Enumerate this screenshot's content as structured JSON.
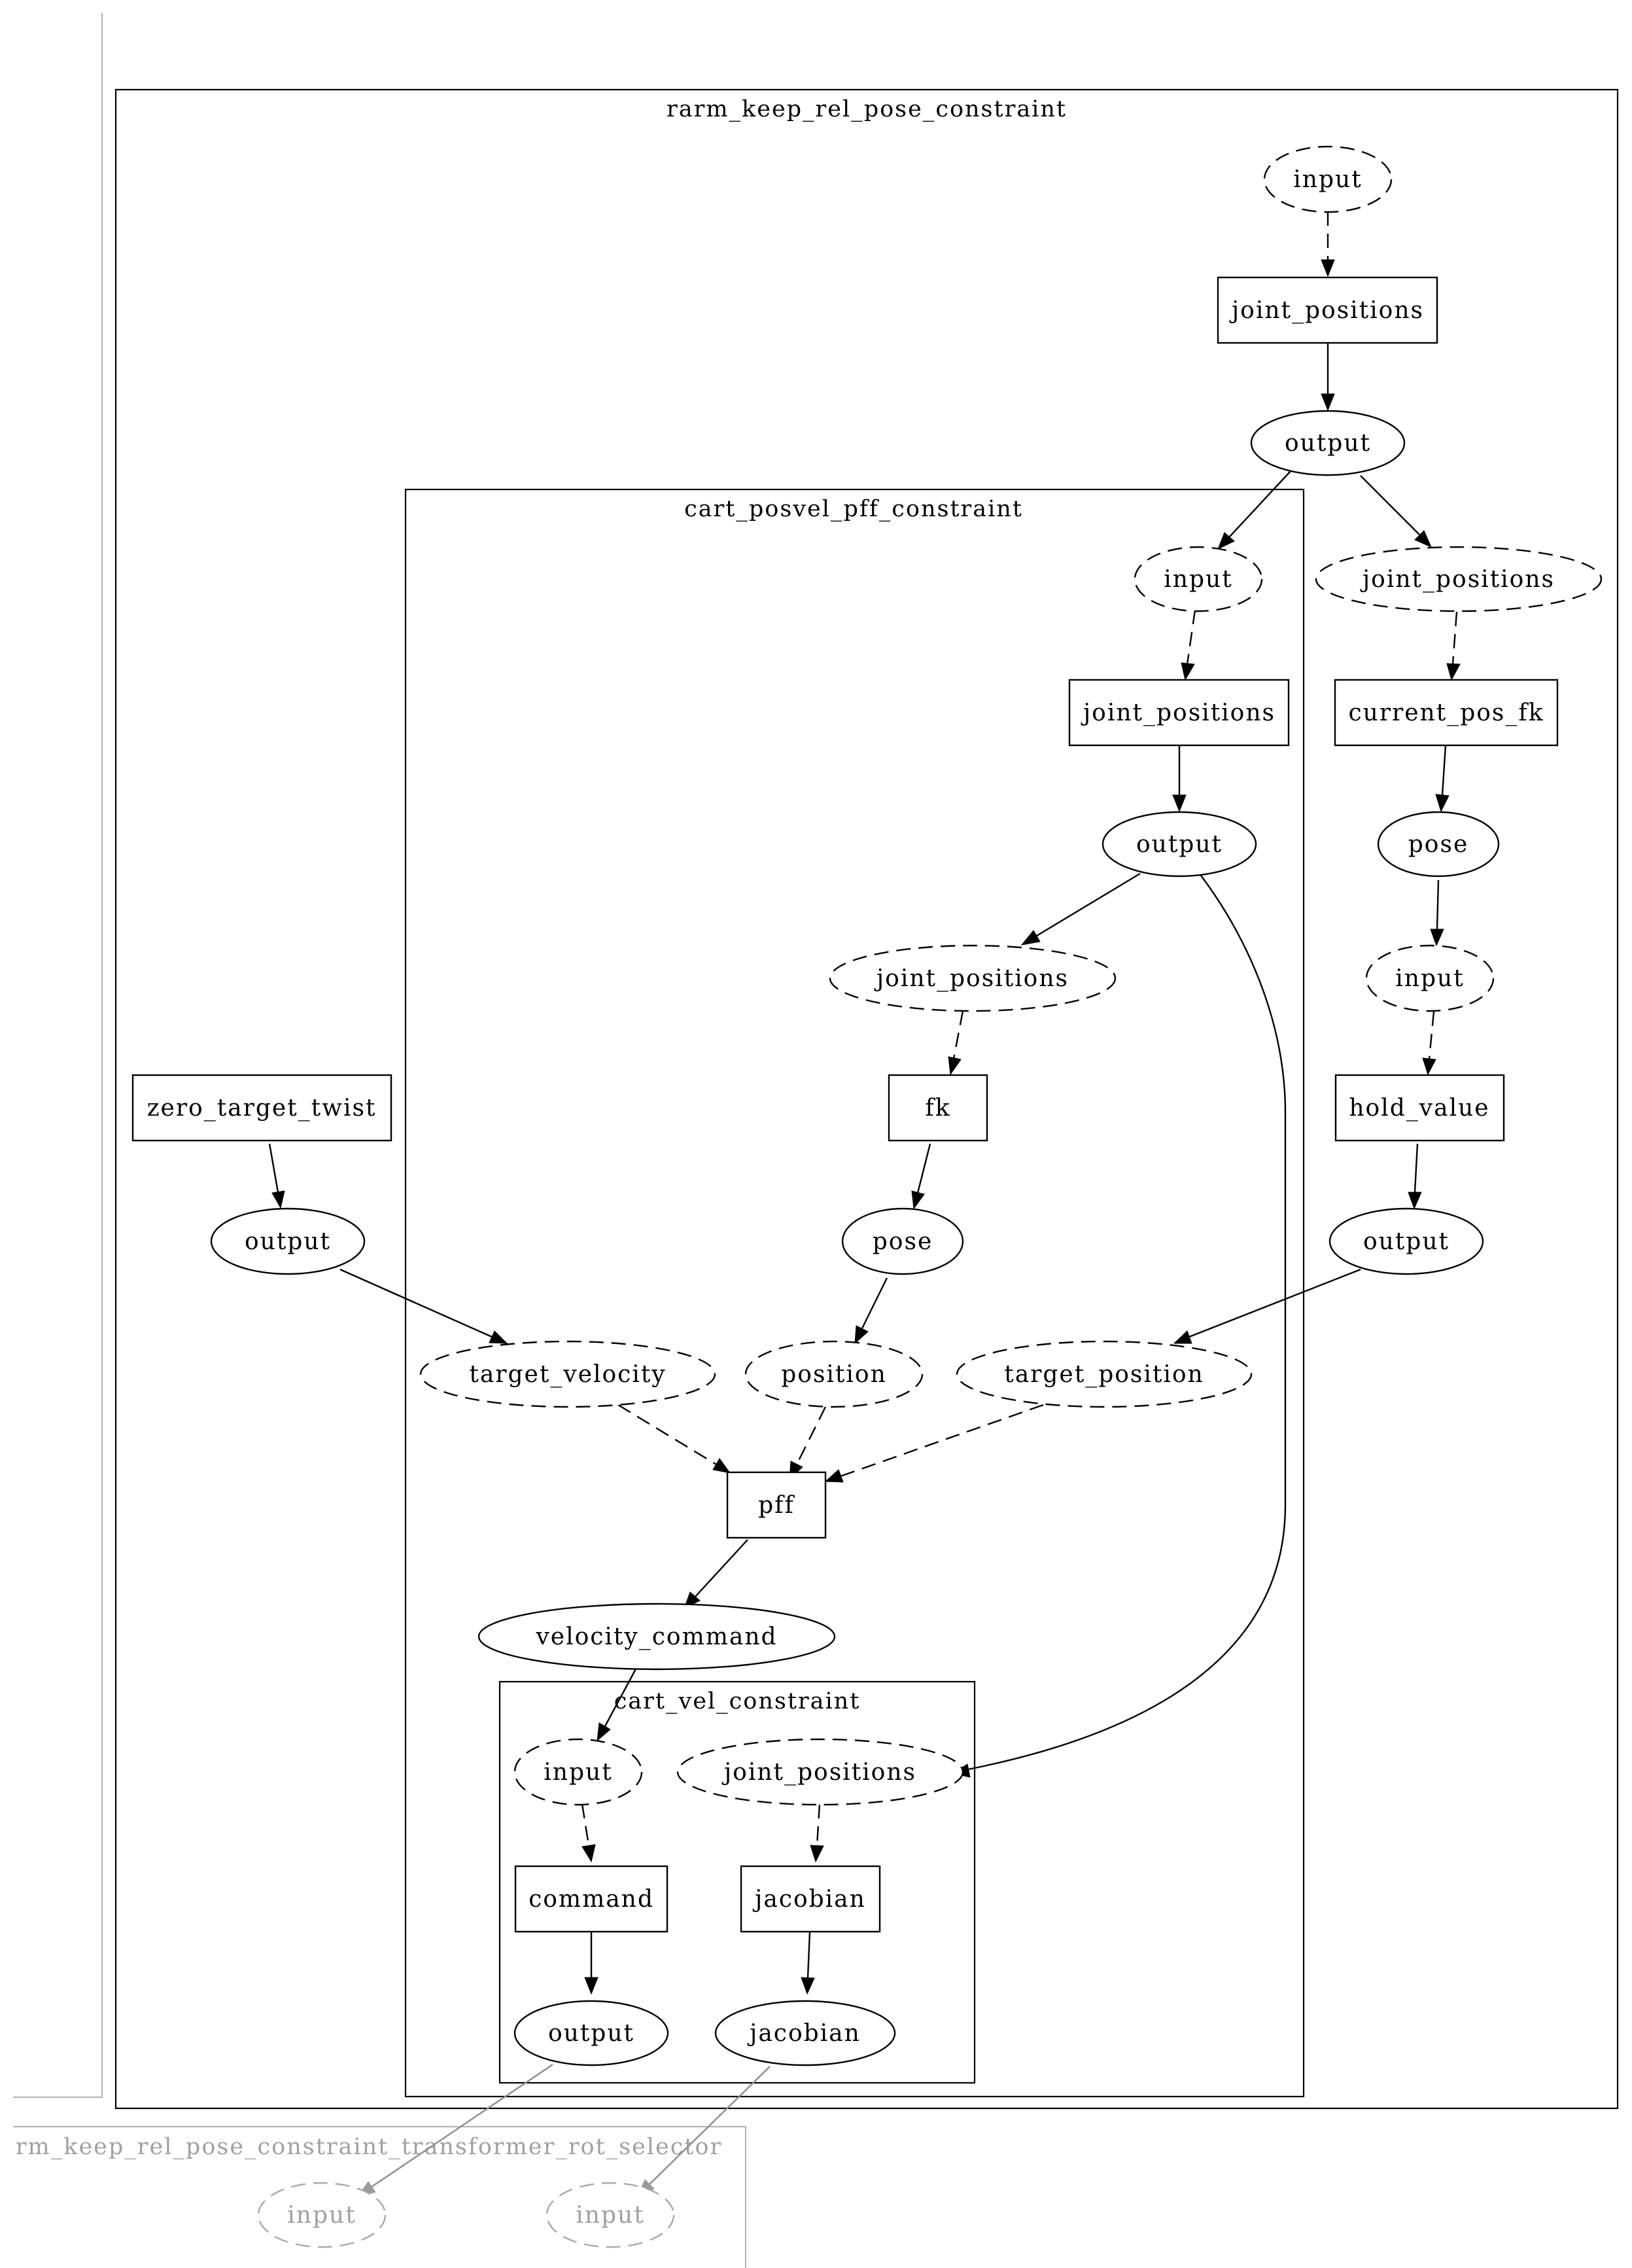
{
  "clusters": {
    "rarm": "rarm_keep_rel_pose_constraint",
    "pff": "cart_posvel_pff_constraint",
    "vel": "cart_vel_constraint",
    "selector": "rm_keep_rel_pose_constraint_transformer_rot_selector"
  },
  "nodes": {
    "rarm_input": "input",
    "rarm_joint_positions": "joint_positions",
    "rarm_output": "output",
    "pff_input": "input",
    "pff_joint_positions_port": "joint_positions",
    "pff_joint_positions": "joint_positions",
    "current_pos_fk": "current_pos_fk",
    "pff_output": "output",
    "current_pose": "pose",
    "hold_input": "input",
    "fk_joint_positions": "joint_positions",
    "fk": "fk",
    "hold_value": "hold_value",
    "zero_target_twist": "zero_target_twist",
    "zero_output": "output",
    "fk_pose": "pose",
    "hold_output": "output",
    "target_velocity": "target_velocity",
    "position": "position",
    "target_position": "target_position",
    "pff": "pff",
    "velocity_command": "velocity_command",
    "vel_input": "input",
    "vel_joint_positions": "joint_positions",
    "command": "command",
    "jacobian_fn": "jacobian",
    "vel_output": "output",
    "jacobian_out": "jacobian",
    "sel_input_1": "input",
    "sel_input_2": "input"
  }
}
